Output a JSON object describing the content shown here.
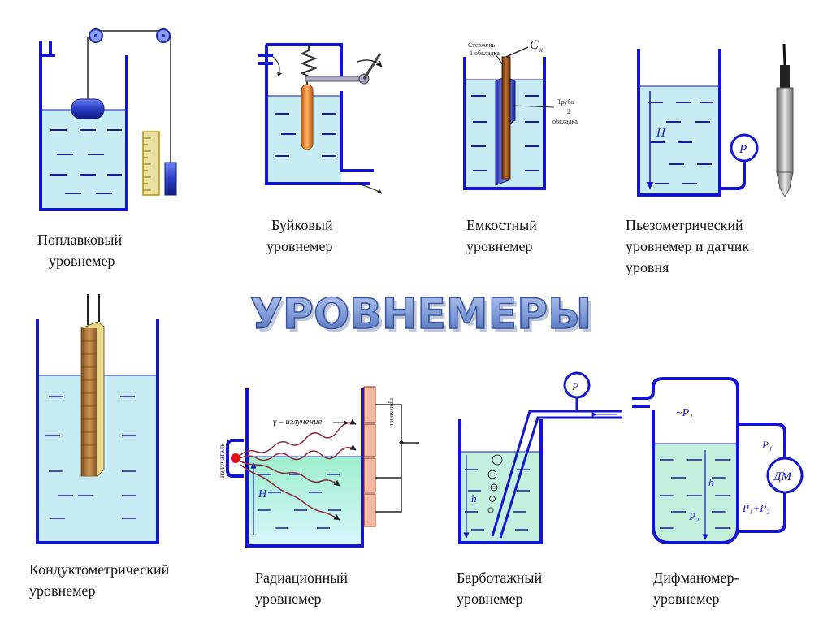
{
  "title": "УРОВНЕМЕРЫ",
  "colors": {
    "wall": "#1414cc",
    "water": "#c8ecf4",
    "water_green": "#c4f0de",
    "title_fill": "#7f9bd6",
    "float_blue": "#2a3dc4",
    "displacer_orange": "#f08a2a",
    "electrode_brown": "#8a4a1a",
    "gauge_fill": "#e8e0a0",
    "radiation_wave": "#8a2a3a"
  },
  "instruments": [
    {
      "id": "float",
      "caption_lines": [
        "Поплавковый",
        "уровнемер"
      ],
      "icon": "float-gauge-icon"
    },
    {
      "id": "displacer",
      "caption_lines": [
        "Буйковый",
        "уровнемер"
      ],
      "icon": "displacer-gauge-icon"
    },
    {
      "id": "capacitive",
      "caption_lines": [
        "Емкостный",
        "уровнемер"
      ],
      "icon": "capacitive-gauge-icon",
      "labels": {
        "rod": "Стержень",
        "rod2": "1 обкладка",
        "cx": "C",
        "cx_sub": "x",
        "tube": "Труба",
        "tube2": "2",
        "tube3": "обкладка"
      }
    },
    {
      "id": "piezometric",
      "caption_lines": [
        "Пьезометрический",
        "уровнемер и датчик",
        "уровня"
      ],
      "icon": "piezometric-gauge-icon",
      "labels": {
        "h": "H",
        "p": "P"
      }
    },
    {
      "id": "conductometric",
      "caption_lines": [
        "Кондуктометрический",
        "уровнемер"
      ],
      "icon": "conductometric-gauge-icon"
    },
    {
      "id": "radiation",
      "caption_lines": [
        "Радиационный",
        "уровнемер"
      ],
      "icon": "radiation-gauge-icon",
      "labels": {
        "gamma": "γ – излучение",
        "emitter": "излучатель",
        "receiver": "приемник",
        "h": "H"
      }
    },
    {
      "id": "bubbler",
      "caption_lines": [
        "Барботажный",
        "уровнемер"
      ],
      "icon": "bubbler-gauge-icon",
      "labels": {
        "p": "P",
        "h": "h"
      }
    },
    {
      "id": "diffmanometer",
      "caption_lines": [
        "Дифманомер-",
        "уровнемер"
      ],
      "icon": "diffmanometer-gauge-icon",
      "labels": {
        "p1_top": "~P₁",
        "p1": "P₁",
        "dm": "ДМ",
        "p1p2": "P₁+P₂",
        "h": "h",
        "p2": "P₂"
      }
    }
  ]
}
